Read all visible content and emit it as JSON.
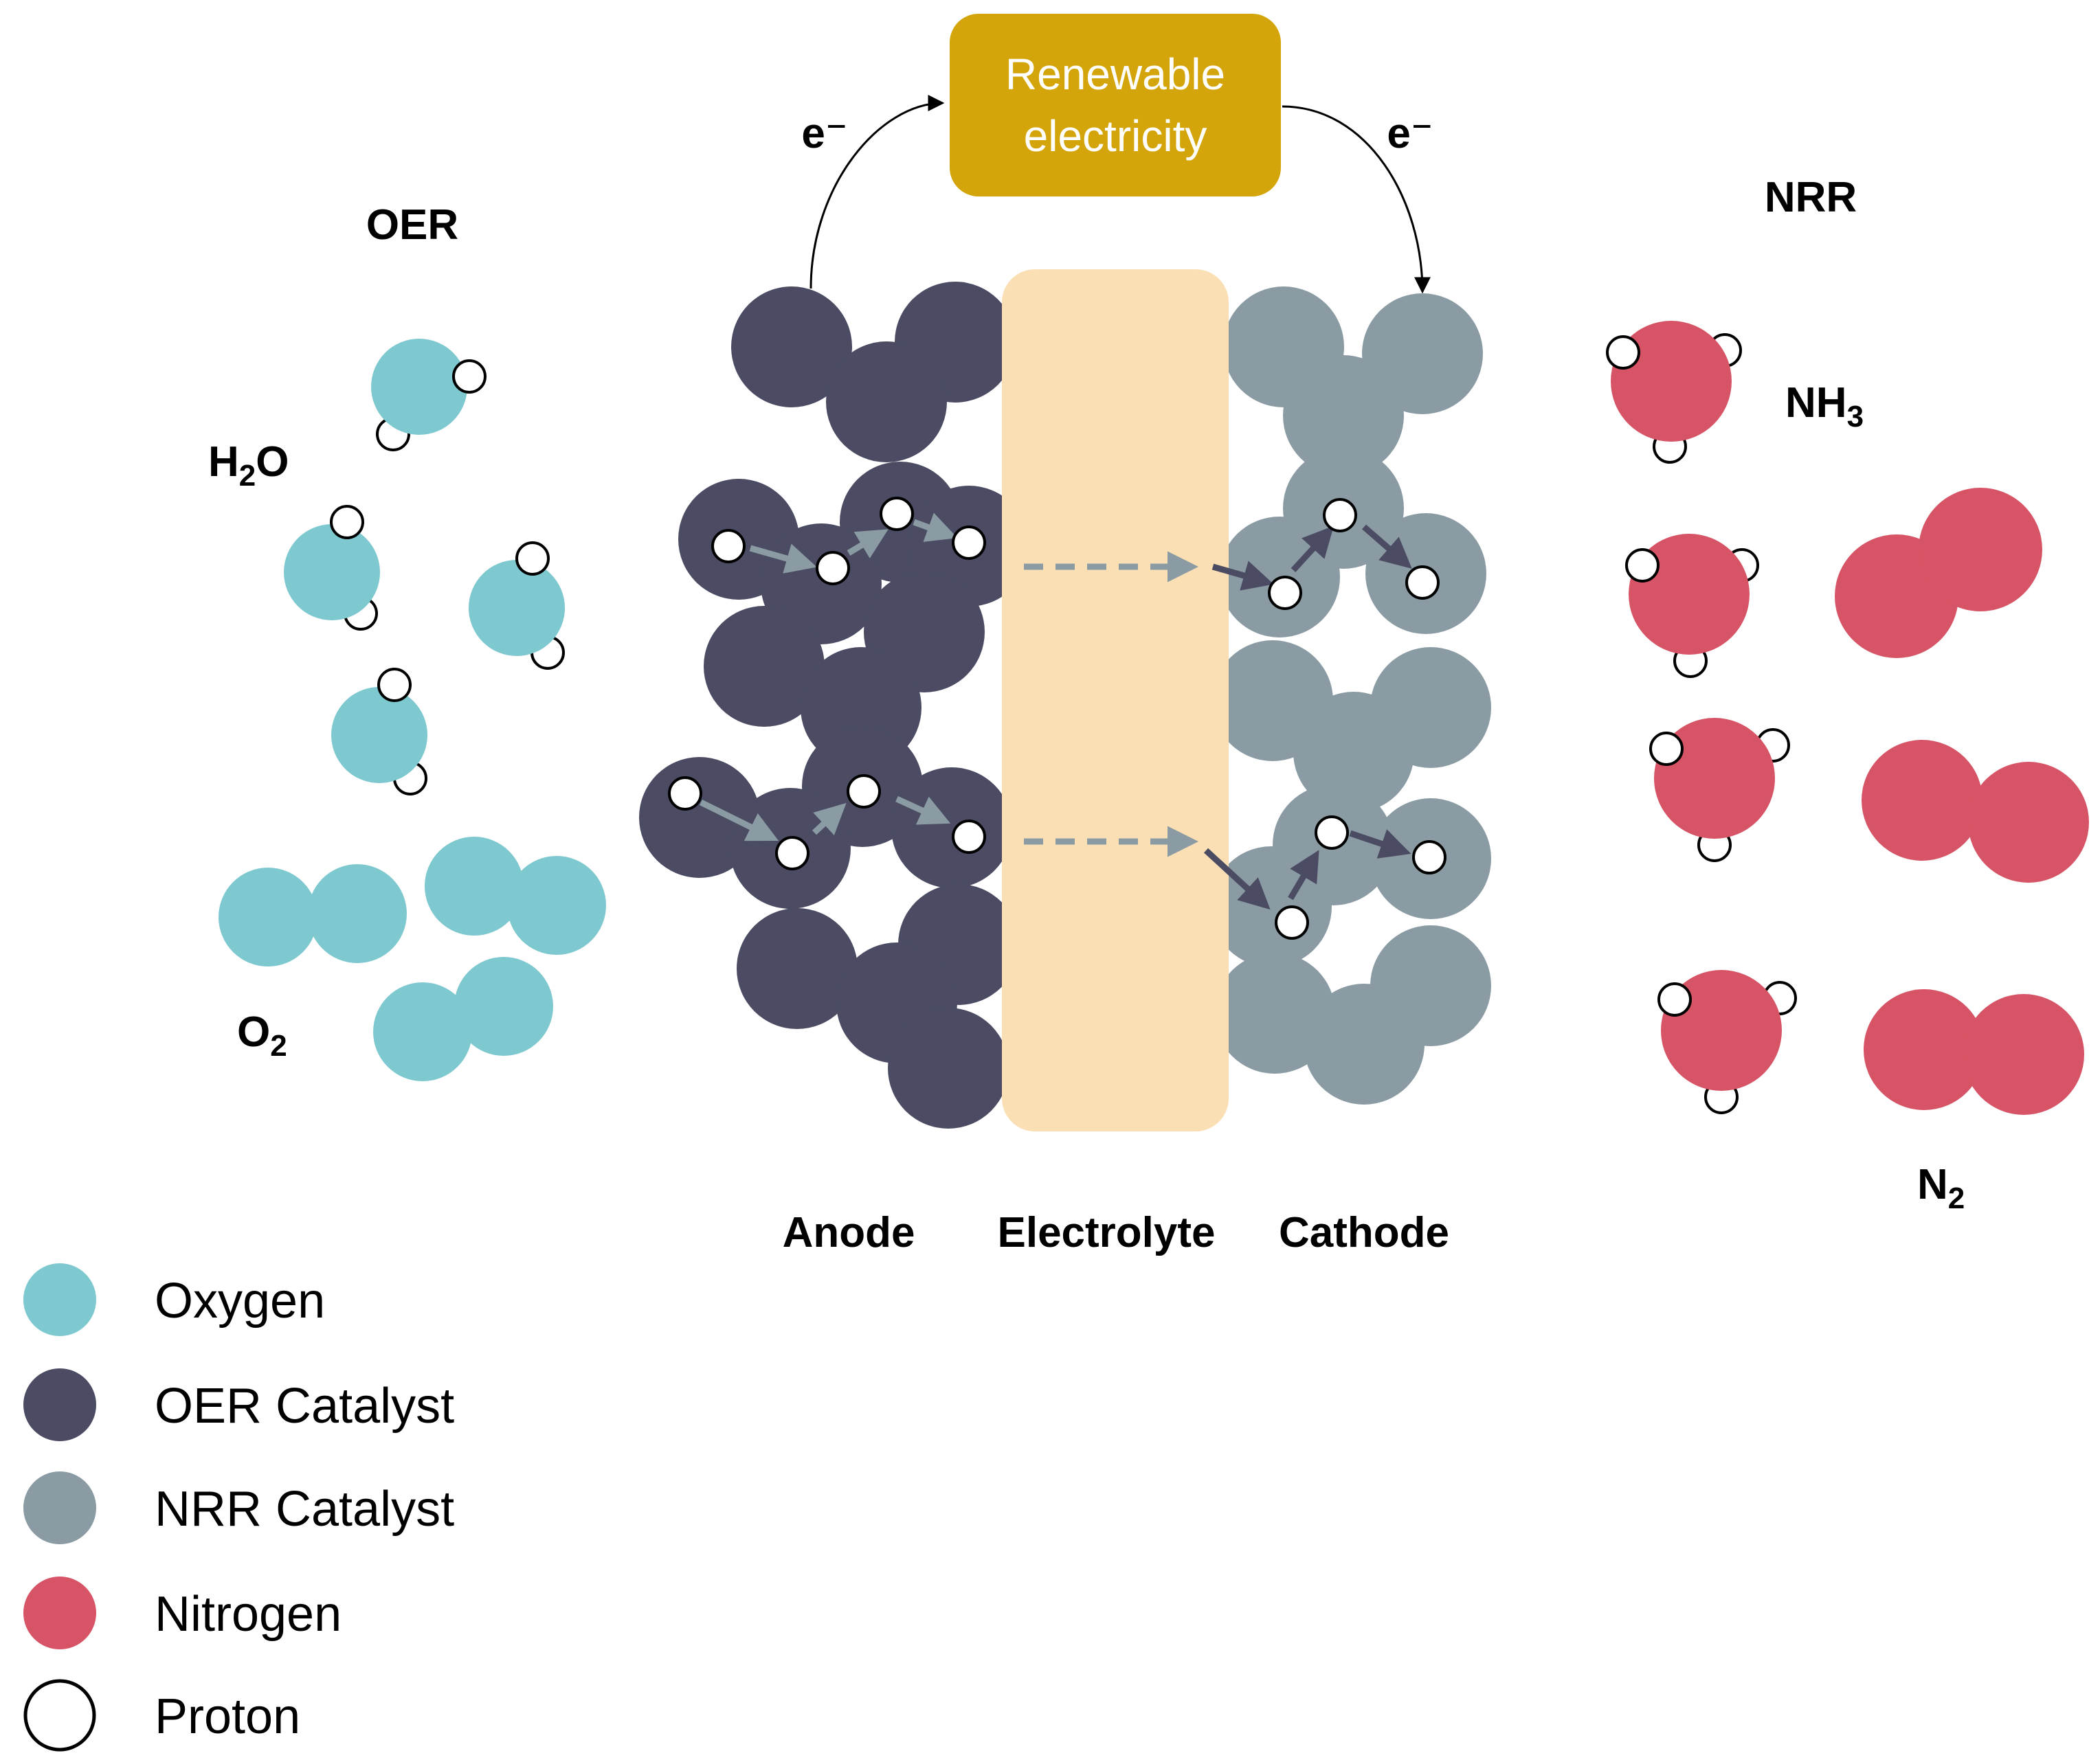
{
  "source": {
    "label": "Renewable electricity",
    "line1": "Renewable",
    "line2": "electricity"
  },
  "electron_left": "e⁻",
  "electron_right": "e⁻",
  "reaction_left": "OER",
  "reaction_right": "NRR",
  "species": {
    "water": {
      "main": "H",
      "sub": "2",
      "tail": "O"
    },
    "oxygen": {
      "main": "O",
      "sub": "2",
      "tail": ""
    },
    "ammonia": {
      "main": "NH",
      "sub": "3",
      "tail": ""
    },
    "nitrogen": {
      "main": "N",
      "sub": "2",
      "tail": ""
    }
  },
  "regions": {
    "anode": "Anode",
    "electrolyte": "Electrolyte",
    "cathode": "Cathode"
  },
  "legend": [
    {
      "label": "Oxygen",
      "color": "#7ec8d0",
      "outline": false
    },
    {
      "label": "OER Catalyst",
      "color": "#4b4c63",
      "outline": false
    },
    {
      "label": "NRR Catalyst",
      "color": "#8a9ba3",
      "outline": false
    },
    {
      "label": "Nitrogen",
      "color": "#d65465",
      "outline": false
    },
    {
      "label": "Proton",
      "color": "#ffffff",
      "outline": true
    }
  ],
  "colors": {
    "oxygen": "#7ec8d0",
    "oer_catalyst": "#4b4c63",
    "nrr_catalyst": "#8a9ba3",
    "nitrogen": "#d65465",
    "proton": "#ffffff",
    "electrolyte": "#fbdfb4",
    "source_box": "#d4a50a",
    "ion_arrow": "#8a9ba3",
    "cathode_arrow": "#4b4c63"
  }
}
